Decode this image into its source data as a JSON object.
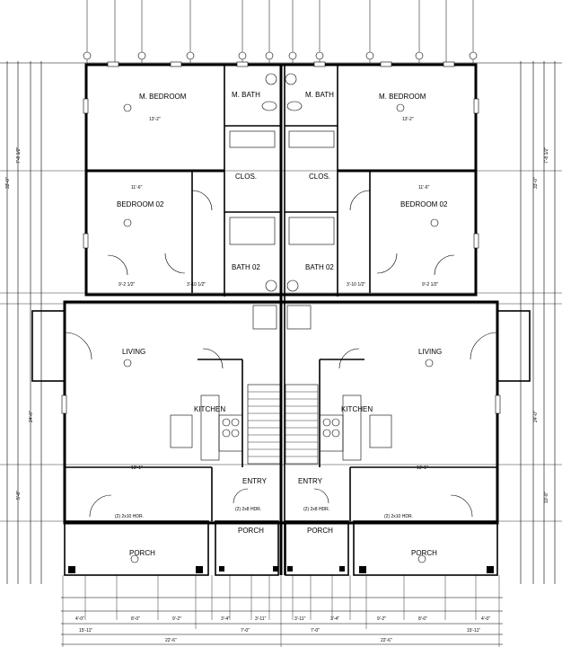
{
  "units": {
    "left": {
      "master_bedroom": "M. BEDROOM",
      "master_bath": "M. BATH",
      "closet": "CLOS.",
      "bedroom2": "BEDROOM 02",
      "bath2": "BATH 02",
      "living": "LIVING",
      "kitchen": "KITCHEN",
      "entry": "ENTRY",
      "porch_front": "PORCH",
      "porch_side": "PORCH"
    },
    "right": {
      "master_bedroom": "M. BEDROOM",
      "master_bath": "M. BATH",
      "closet": "CLOS.",
      "bedroom2": "BEDROOM 02",
      "bath2": "BATH 02",
      "living": "LIVING",
      "kitchen": "KITCHEN",
      "entry": "ENTRY",
      "porch_front": "PORCH",
      "porch_side": "PORCH"
    }
  },
  "dims": {
    "bedroom_w": "13'-2\"",
    "bedroom2_w": "11'-6\"",
    "living_w": "13'-1\"",
    "half_w": "15'-11\"",
    "total_l": "22'-6\"",
    "total_r": "22'-6\"",
    "mid_l": "7'-0\"",
    "mid_r": "7'-0\"",
    "d1": "4'-0\"",
    "d2": "8'-0\"",
    "d3": "9'-2\"",
    "d4": "3'-4\"",
    "d5": "3'-11\"",
    "d6": "3'-10 1/2\"",
    "d7": "9'-2 1/2\"",
    "beam": "(2) 2x10 HDR.",
    "beam2": "(2) 2x8 HDR.",
    "elev1": "24'-0\"",
    "elev2": "33'-0\"",
    "elev3": "7'-8 1/2\"",
    "elev4": "10'-8\"",
    "elev5": "5'-8\""
  }
}
